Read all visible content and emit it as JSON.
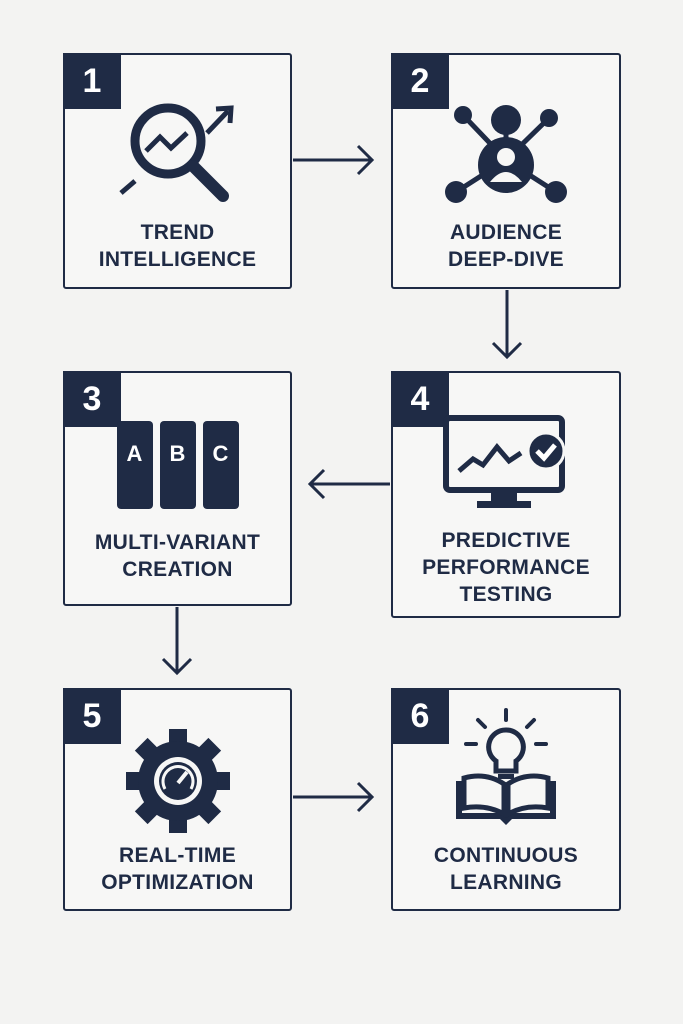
{
  "colors": {
    "primary": "#1f2b45",
    "background": "#f3f3f2"
  },
  "steps": [
    {
      "number": "1",
      "line1": "TREND",
      "line2": "INTELLIGENCE",
      "icon": "magnifier-trend-icon"
    },
    {
      "number": "2",
      "line1": "AUDIENCE",
      "line2": "DEEP-DIVE",
      "icon": "audience-network-icon"
    },
    {
      "number": "3",
      "line1": "MULTI-VARIANT",
      "line2": "CREATION",
      "icon": "abc-variants-icon",
      "variants": [
        "A",
        "B",
        "C"
      ]
    },
    {
      "number": "4",
      "line1": "PREDICTIVE",
      "line2": "PERFORMANCE",
      "line3": "TESTING",
      "icon": "monitor-check-icon"
    },
    {
      "number": "5",
      "line1": "REAL-TIME",
      "line2": "OPTIMIZATION",
      "icon": "gear-gauge-icon"
    },
    {
      "number": "6",
      "line1": "CONTINUOUS",
      "line2": "LEARNING",
      "icon": "book-lightbulb-icon"
    }
  ]
}
